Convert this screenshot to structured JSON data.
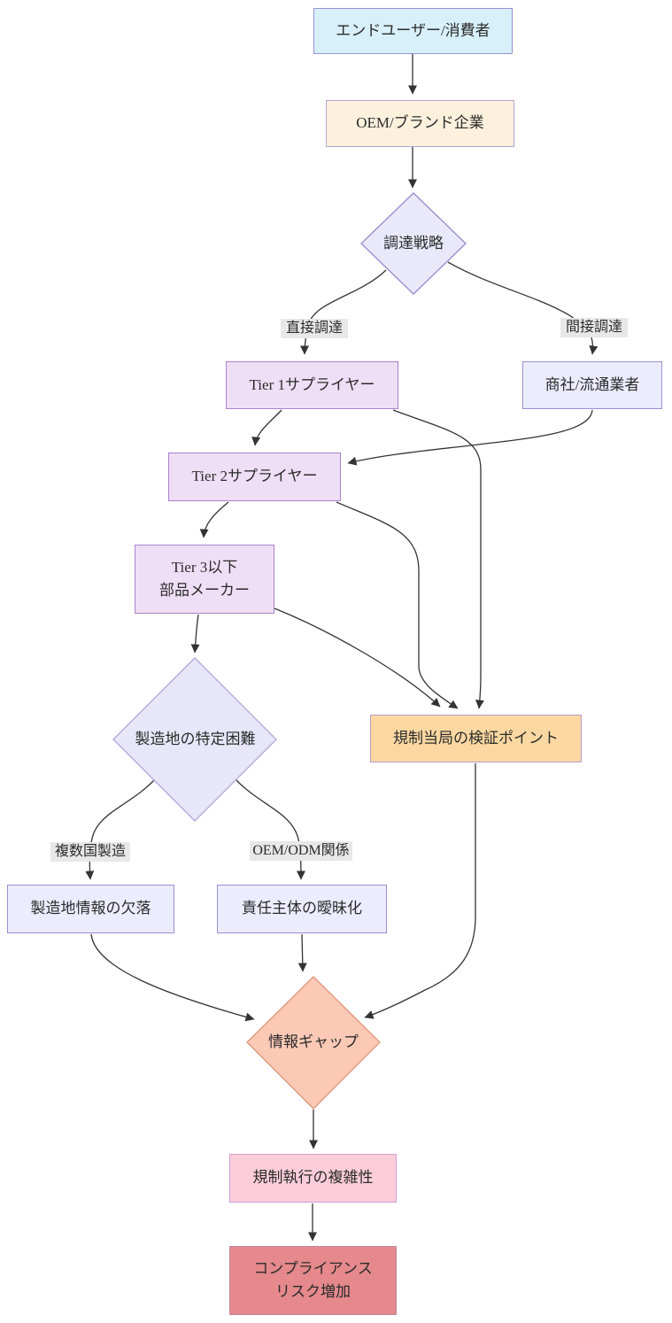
{
  "diagram_type": "flowchart-top-down",
  "nodes": {
    "consumer": {
      "label": "エンドユーザー/消費者",
      "shape": "rect",
      "fill": "#d7f0fa",
      "stroke": "#998fd6"
    },
    "oem": {
      "label": "OEM/ブランド企業",
      "shape": "rect",
      "fill": "#fdf1de",
      "stroke": "#b5a0d8"
    },
    "procurement": {
      "label": "調達戦略",
      "shape": "diamond",
      "fill": "#e9e9fb",
      "stroke": "#9c8fd0"
    },
    "tier1": {
      "label": "Tier 1サプライヤー",
      "shape": "rect",
      "fill": "#efdff6",
      "stroke": "#a982cd"
    },
    "trading": {
      "label": "商社/流通業者",
      "shape": "rect",
      "fill": "#ececff",
      "stroke": "#9c8fd0"
    },
    "tier2": {
      "label": "Tier 2サプライヤー",
      "shape": "rect",
      "fill": "#efdff6",
      "stroke": "#a982cd"
    },
    "tier3": {
      "label": "Tier 3以下\n部品メーカー",
      "shape": "rect",
      "fill": "#efdff6",
      "stroke": "#a982cd"
    },
    "origin": {
      "label": "製造地の特定困難",
      "shape": "diamond",
      "fill": "#e7e7f9",
      "stroke": "#b3abdd"
    },
    "regulator": {
      "label": "規制当局の検証ポイント",
      "shape": "rect",
      "fill": "#fbd8a2",
      "stroke": "#b79ccf"
    },
    "missing": {
      "label": "製造地情報の欠落",
      "shape": "rect",
      "fill": "#ececff",
      "stroke": "#9c8fd0"
    },
    "ambiguity": {
      "label": "責任主体の曖昧化",
      "shape": "rect",
      "fill": "#ececff",
      "stroke": "#9c8fd0"
    },
    "gap": {
      "label": "情報ギャップ",
      "shape": "diamond",
      "fill": "#fbc9b5",
      "stroke": "#e0997f"
    },
    "enforcement": {
      "label": "規制執行の複雑性",
      "shape": "rect",
      "fill": "#fbcdd9",
      "stroke": "#cba0d2"
    },
    "compliance": {
      "label": "コンプライアンス\nリスク増加",
      "shape": "rect",
      "fill": "#e5898c",
      "stroke": "#c2879f"
    }
  },
  "edge_labels": {
    "direct": "直接調達",
    "indirect": "間接調達",
    "multi_country": "複数国製造",
    "oem_odm": "OEM/ODM関係"
  },
  "edges": [
    {
      "from": "consumer",
      "to": "oem"
    },
    {
      "from": "oem",
      "to": "procurement"
    },
    {
      "from": "procurement",
      "to": "tier1",
      "label": "直接調達"
    },
    {
      "from": "procurement",
      "to": "trading",
      "label": "間接調達"
    },
    {
      "from": "tier1",
      "to": "tier2"
    },
    {
      "from": "trading",
      "to": "tier2"
    },
    {
      "from": "tier2",
      "to": "tier3"
    },
    {
      "from": "tier3",
      "to": "origin"
    },
    {
      "from": "tier1",
      "to": "regulator"
    },
    {
      "from": "tier2",
      "to": "regulator"
    },
    {
      "from": "tier3",
      "to": "regulator"
    },
    {
      "from": "origin",
      "to": "missing",
      "label": "複数国製造"
    },
    {
      "from": "origin",
      "to": "ambiguity",
      "label": "OEM/ODM関係"
    },
    {
      "from": "missing",
      "to": "gap"
    },
    {
      "from": "ambiguity",
      "to": "gap"
    },
    {
      "from": "regulator",
      "to": "gap"
    },
    {
      "from": "gap",
      "to": "enforcement"
    },
    {
      "from": "enforcement",
      "to": "compliance"
    }
  ],
  "style": {
    "line_color": "#333333",
    "edge_label_background": "#e8e8e8",
    "text_color": "#2b2b2b",
    "canvas_background": "#ffffff"
  }
}
